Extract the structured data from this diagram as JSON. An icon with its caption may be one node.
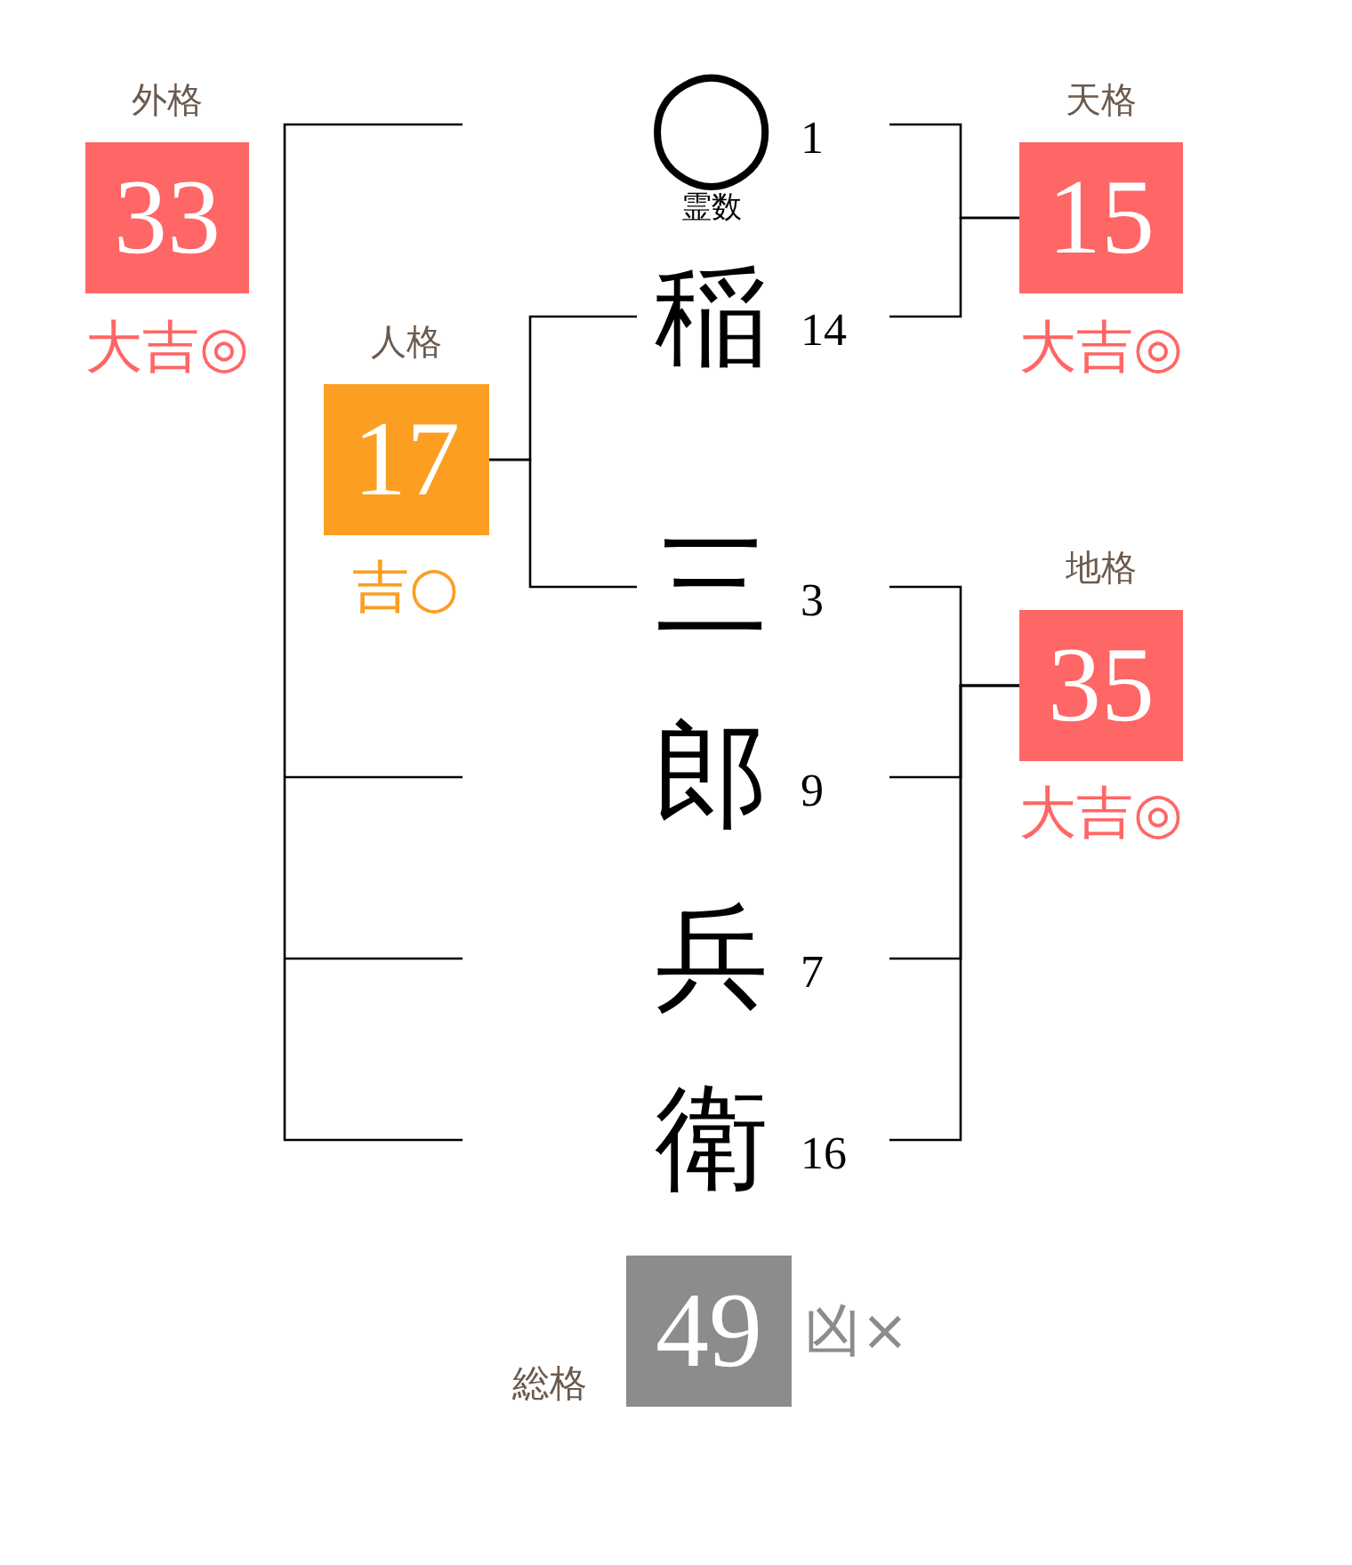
{
  "diagram": {
    "nodes": [
      {
        "text": [
          "外格",
          "33"
        ],
        "beside": [
          "大吉◎"
        ]
      },
      {
        "text": [
          "◯"
        ],
        "beside": [
          "1",
          "霊数"
        ]
      },
      {
        "text": [
          "天格",
          "15"
        ],
        "beside": [
          "大吉◎"
        ]
      },
      {
        "text": [
          "稲"
        ],
        "beside": [
          "14"
        ]
      },
      {
        "text": [
          "人格",
          "17"
        ],
        "beside": [
          "吉○"
        ]
      },
      {
        "text": [
          "三"
        ],
        "beside": [
          "3"
        ]
      },
      {
        "text": [
          "地格",
          "35"
        ],
        "beside": [
          "大吉◎"
        ]
      },
      {
        "text": [
          "郎"
        ],
        "beside": [
          "9"
        ]
      },
      {
        "text": [
          "兵"
        ],
        "beside": [
          "7"
        ]
      },
      {
        "text": [
          "衛"
        ],
        "beside": [
          "16"
        ]
      },
      {
        "text": [
          "総格",
          "49"
        ],
        "beside": [
          "凶×"
        ]
      }
    ],
    "edges": [
      {
        "from": 2,
        "to": 1,
        "arrow": "none"
      },
      {
        "from": 2,
        "to": 3,
        "arrow": "none"
      },
      {
        "from": 4,
        "to": 3,
        "arrow": "none"
      },
      {
        "from": 4,
        "to": 5,
        "arrow": "none"
      },
      {
        "from": 6,
        "to": 5,
        "arrow": "none"
      },
      {
        "from": 6,
        "to": 7,
        "arrow": "none"
      },
      {
        "from": 6,
        "to": 8,
        "arrow": "none"
      },
      {
        "from": 6,
        "to": 9,
        "arrow": "none"
      }
    ]
  }
}
